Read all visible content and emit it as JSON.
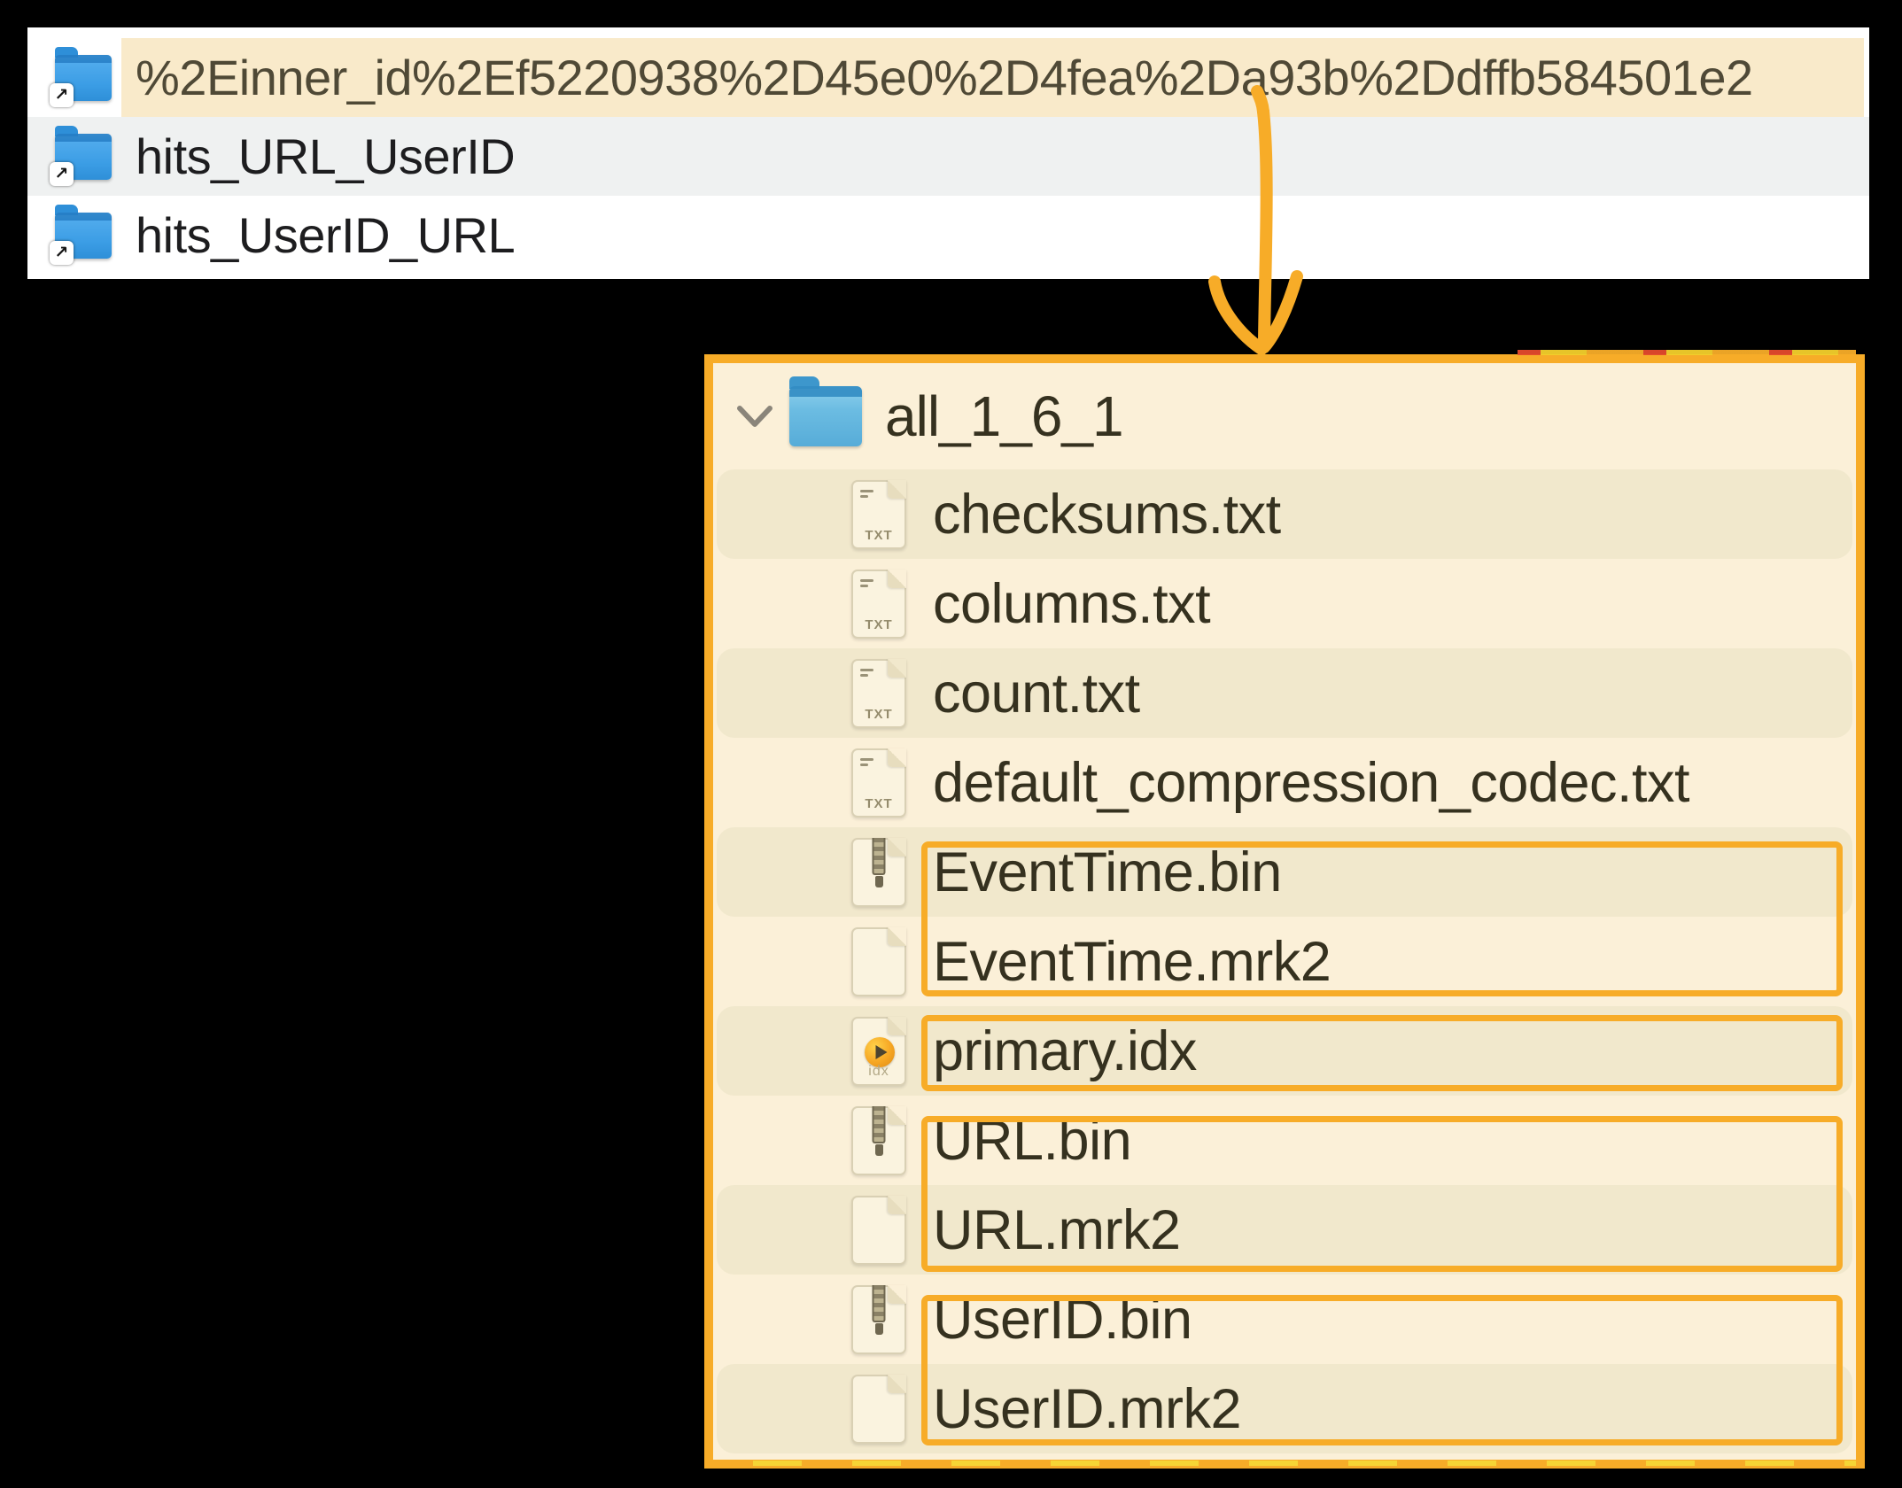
{
  "colors": {
    "accent": "#F7AC28",
    "selection_highlight": "#F9EACA",
    "tree_panel_background": "#FBF0D8",
    "tree_row_stripe": "#F1E8CC",
    "folder_icon_blue": "#3B9DE5"
  },
  "finder_window": {
    "rows": [
      {
        "label": "%2Einner_id%2Ef5220938%2D45e0%2D4fea%2Da93b%2Ddffb584501e2",
        "icon": "folder-alias",
        "highlighted": true
      },
      {
        "label": "hits_URL_UserID",
        "icon": "folder-alias",
        "highlighted": false
      },
      {
        "label": "hits_UserID_URL",
        "icon": "folder-alias",
        "highlighted": false
      }
    ]
  },
  "part_tree": {
    "root": {
      "label": "all_1_6_1",
      "icon": "folder",
      "expanded": true
    },
    "files": [
      {
        "label": "checksums.txt",
        "icon": "txt",
        "ext_badge": "TXT"
      },
      {
        "label": "columns.txt",
        "icon": "txt",
        "ext_badge": "TXT"
      },
      {
        "label": "count.txt",
        "icon": "txt",
        "ext_badge": "TXT"
      },
      {
        "label": "default_compression_codec.txt",
        "icon": "txt",
        "ext_badge": "TXT"
      },
      {
        "label": "EventTime.bin",
        "icon": "bin",
        "ext_badge": ""
      },
      {
        "label": "EventTime.mrk2",
        "icon": "mrk",
        "ext_badge": ""
      },
      {
        "label": "primary.idx",
        "icon": "idx",
        "ext_badge": "idx"
      },
      {
        "label": "URL.bin",
        "icon": "bin",
        "ext_badge": ""
      },
      {
        "label": "URL.mrk2",
        "icon": "mrk",
        "ext_badge": ""
      },
      {
        "label": "UserID.bin",
        "icon": "bin",
        "ext_badge": ""
      },
      {
        "label": "UserID.mrk2",
        "icon": "mrk",
        "ext_badge": ""
      }
    ],
    "annotation_boxes": [
      {
        "around": [
          "EventTime.bin",
          "EventTime.mrk2"
        ]
      },
      {
        "around": [
          "primary.idx"
        ]
      },
      {
        "around": [
          "URL.bin",
          "URL.mrk2"
        ]
      },
      {
        "around": [
          "UserID.bin",
          "UserID.mrk2"
        ]
      }
    ]
  }
}
